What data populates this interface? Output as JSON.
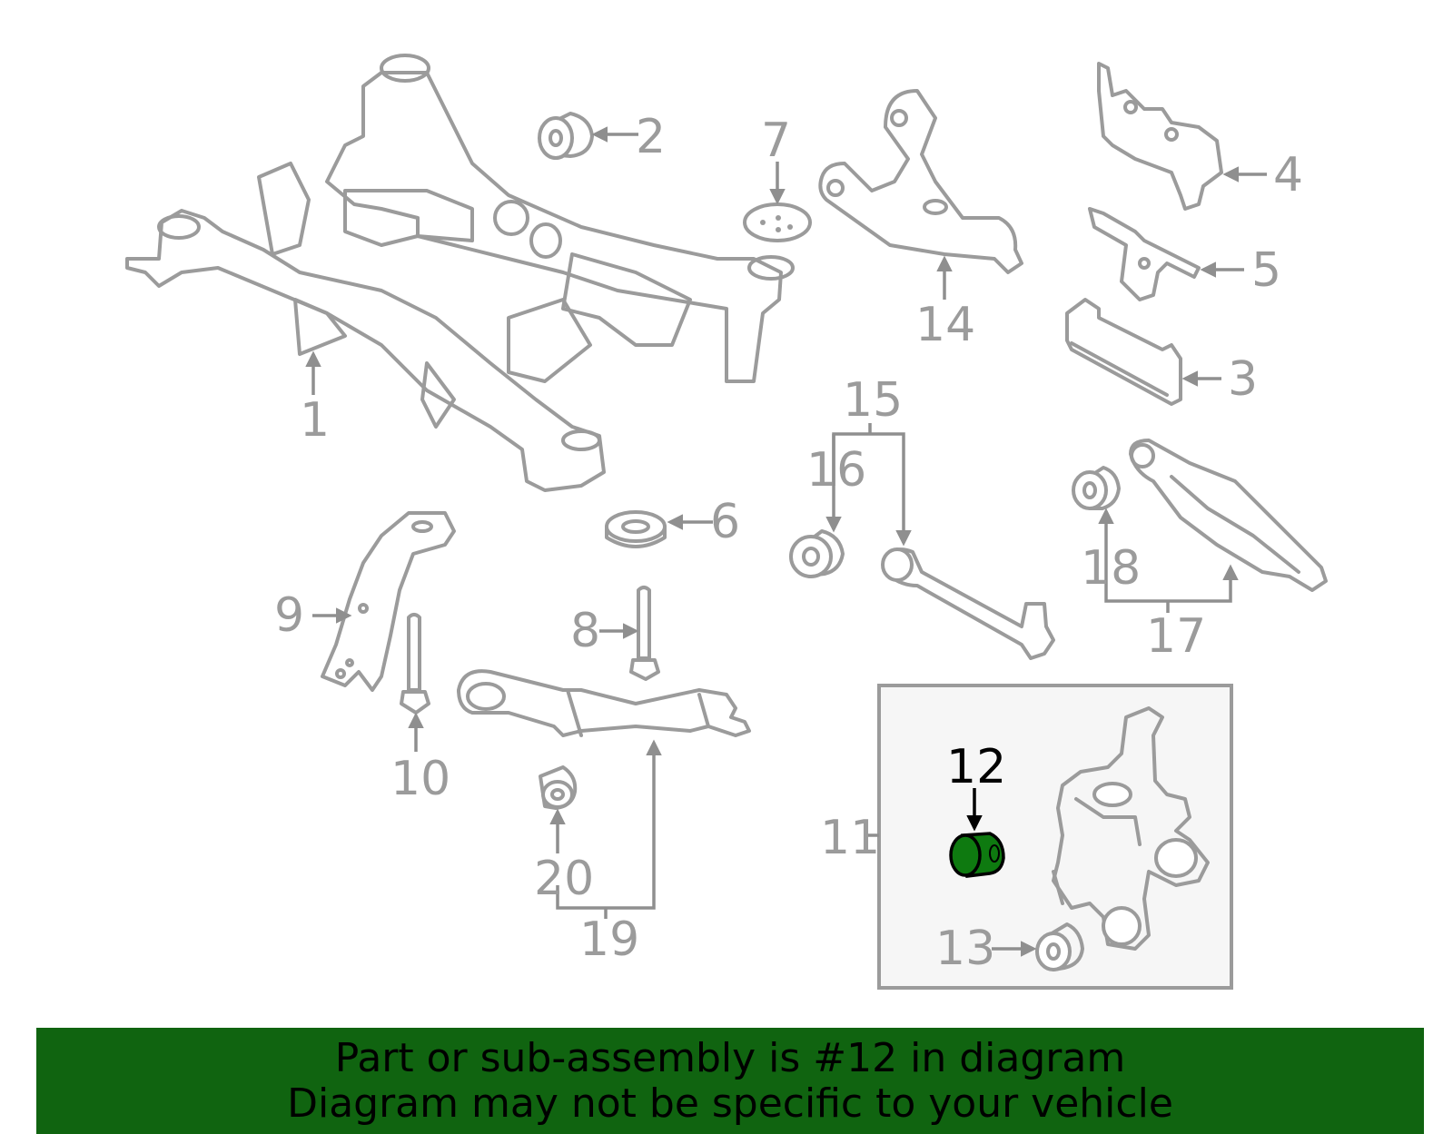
{
  "colors": {
    "outline": "#9b9b9b",
    "highlight_fill": "#0e7a10",
    "banner": "#106410",
    "inset_background": "#f6f6f6"
  },
  "callouts": {
    "c1": "1",
    "c2": "2",
    "c3": "3",
    "c4": "4",
    "c5": "5",
    "c6": "6",
    "c7": "7",
    "c8": "8",
    "c9": "9",
    "c10": "10",
    "c11": "11",
    "c12": "12",
    "c13": "13",
    "c14": "14",
    "c15": "15",
    "c16": "16",
    "c17": "17",
    "c18": "18",
    "c19": "19",
    "c20": "20"
  },
  "highlighted_part": "12",
  "banner": {
    "line1": "Part or sub-assembly is #12 in diagram",
    "line2": "Diagram may not be specific to your vehicle"
  }
}
